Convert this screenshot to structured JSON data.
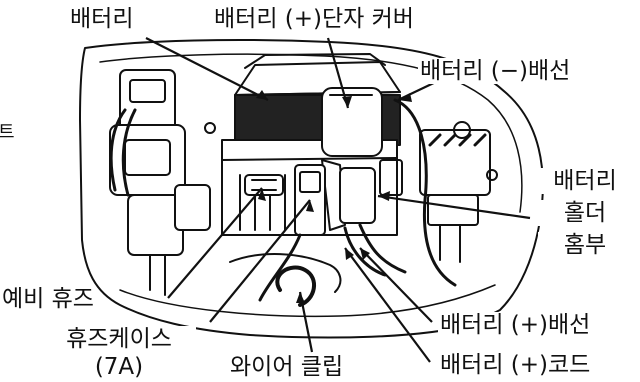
{
  "labels": {
    "battery": "배터리",
    "pos_terminal_cover": "배터리 (+)단자 커버",
    "neg_cable": "배터리 (−)배선",
    "holder_line1": "배터리",
    "holder_line2": "홀더",
    "holder_line3": "홈부",
    "spare_fuse": "예비 휴즈",
    "fuse_case_line1": "휴즈케이스",
    "fuse_case_line2": "(7A)",
    "wire_clip": "와이어 클립",
    "pos_cable": "배터리 (+)배선",
    "pos_cord": "배터리 (+)코드",
    "edge_fragment": "트"
  },
  "colors": {
    "ink": "#111111",
    "background": "#ffffff",
    "battery_shade": "#222222"
  }
}
